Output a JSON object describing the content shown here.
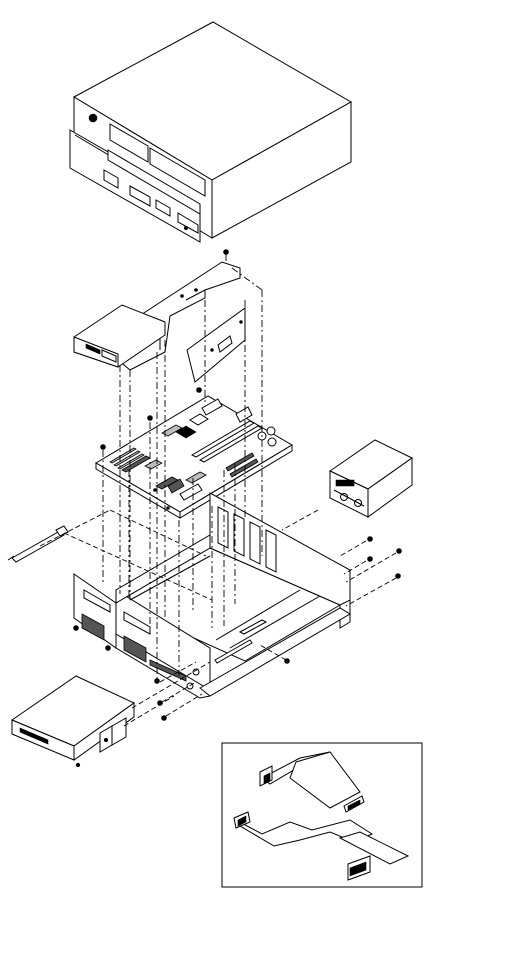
{
  "figure": {
    "kind": "exploded assembly diagram",
    "parts": [
      {
        "icon": "computer-case-cover"
      },
      {
        "icon": "drive-bracket"
      },
      {
        "icon": "cdrom-drive"
      },
      {
        "icon": "riser-card"
      },
      {
        "icon": "motherboard"
      },
      {
        "icon": "power-supply"
      },
      {
        "icon": "bezel-release-rod"
      },
      {
        "icon": "chassis"
      },
      {
        "icon": "floppy-drive"
      },
      {
        "icon": "screws"
      }
    ],
    "inset": {
      "icon": "ribbon-cables",
      "cables": 2
    }
  }
}
